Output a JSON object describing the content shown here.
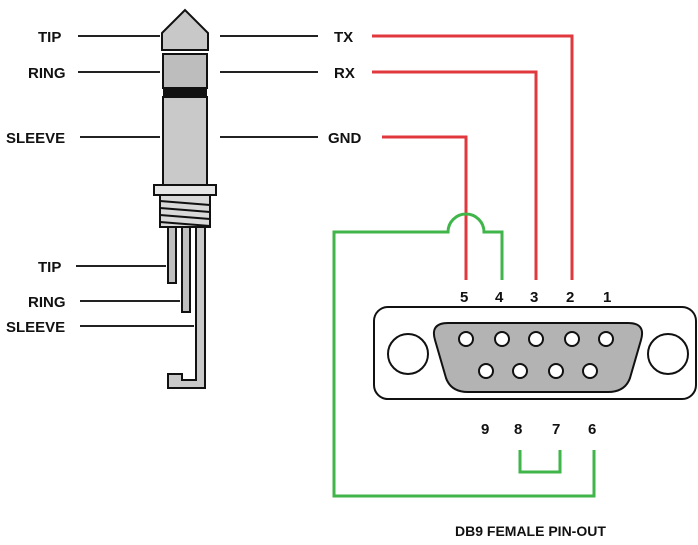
{
  "jack": {
    "top_labels": {
      "tip": "TIP",
      "ring": "RING",
      "sleeve": "SLEEVE"
    },
    "bottom_labels": {
      "tip": "TIP",
      "ring": "RING",
      "sleeve": "SLEEVE"
    }
  },
  "signals": {
    "tx": "TX",
    "rx": "RX",
    "gnd": "GND"
  },
  "connector": {
    "title": "DB9 FEMALE PIN-OUT",
    "pin_labels_top": [
      "5",
      "4",
      "3",
      "2",
      "1"
    ],
    "pin_labels_bottom": [
      "9",
      "8",
      "7",
      "6"
    ]
  },
  "colors": {
    "signal_wire": "#e0383c",
    "loopback_wire": "#3fb54a",
    "connector_fill": "#b3b3b3"
  }
}
